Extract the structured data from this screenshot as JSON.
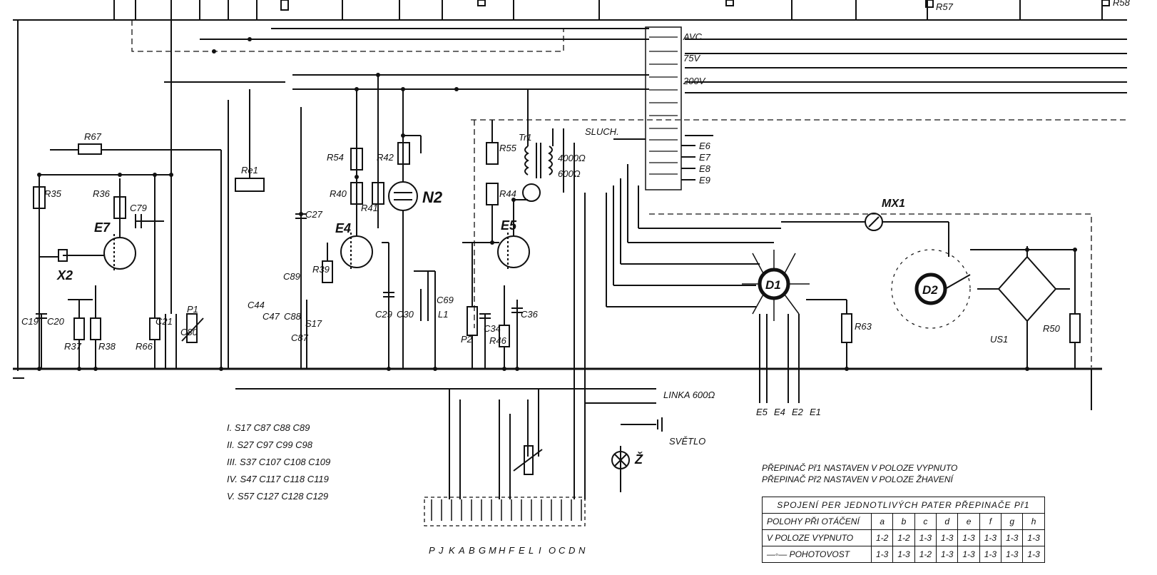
{
  "components": {
    "tubes": [
      "E7",
      "E4",
      "E5",
      "N2"
    ],
    "resistors": [
      "R67",
      "R35",
      "R36",
      "R37",
      "R38",
      "R66",
      "R54",
      "R40",
      "R41",
      "R42",
      "R39",
      "R55",
      "R44",
      "R46",
      "R63",
      "R50",
      "R57",
      "R58"
    ],
    "capacitors": [
      "C79",
      "C19",
      "C20",
      "C21",
      "C80",
      "C27",
      "C89",
      "C44",
      "C47",
      "C88",
      "C87",
      "C29",
      "C30",
      "C69",
      "C34",
      "C36"
    ],
    "misc": [
      "X2",
      "P1",
      "P2",
      "Re1",
      "Tr1",
      "L1",
      "S17",
      "US1",
      "D1",
      "D2",
      "MX1",
      "Ž"
    ],
    "rectifier": "US1"
  },
  "labels": {
    "avc": "AVC",
    "v75": "75V",
    "v200": "200V",
    "sluch": "SLUCH.",
    "linka": "LINKA 600Ω",
    "svetlo": "SVĚTLO",
    "z": "Ž",
    "tr1_a": "4000Ω",
    "tr1_b": "600Ω",
    "e_outputs": [
      "E6",
      "E7",
      "E8",
      "E9"
    ],
    "bottom_e": [
      "E5",
      "E4",
      "E2",
      "E1"
    ],
    "connector_pins": [
      "P",
      "J",
      "K",
      "A",
      "B",
      "G",
      "M",
      "H",
      "F",
      "E",
      "L",
      "I",
      "O",
      "C",
      "D",
      "N"
    ]
  },
  "legend": [
    "I.  S17  C87  C88  C89",
    "II.  S27  C97  C99  C98",
    "III.  S37  C107  C108  C109",
    "IV.  S47  C117  C118  C119",
    "V.  S57  C127  C128  C129"
  ],
  "notes": {
    "line1": "PŘEPINAČ  Př1  NASTAVEN  V  POLOZE  VYPNUTO",
    "line2": "PŘEPINAČ  Př2  NASTAVEN  V  POLOZE  ŽHAVENÍ"
  },
  "table": {
    "title": "SPOJENÍ  PER  JEDNOTLIVÝCH  PATER  PŘEPINAČE  Př1",
    "header_label": "POLOHY PŘI OTÁČENÍ",
    "columns": [
      "a",
      "b",
      "c",
      "d",
      "e",
      "f",
      "g",
      "h"
    ],
    "rows": [
      {
        "label": "V POLOZE VYPNUTO",
        "cells": [
          "1-2",
          "1-2",
          "1-3",
          "1-3",
          "1-3",
          "1-3",
          "1-3",
          "1-3"
        ]
      },
      {
        "label": "—◦— POHOTOVOST",
        "cells": [
          "1-3",
          "1-3",
          "1-2",
          "1-3",
          "1-3",
          "1-3",
          "1-3",
          "1-3"
        ]
      }
    ]
  }
}
